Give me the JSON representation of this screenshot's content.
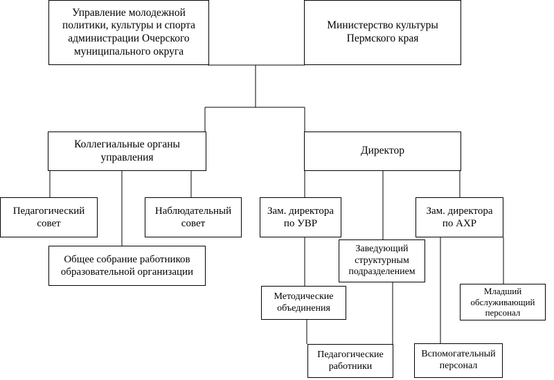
{
  "diagram": {
    "nodes": {
      "youth_dept": "Управление молодежной\nполитики, культуры и спорта\nадминистрации Очерского\nмуниципального округа",
      "ministry": "Министерство культуры\nПермского края",
      "collegial": "Коллегиальные органы\nуправления",
      "director": "Директор",
      "ped_council": "Педагогический\nсовет",
      "supervisory": "Наблюдательный\nсовет",
      "general_meeting": "Общее собрание работников\nобразовательной организации",
      "deputy_uvr": "Зам. директора\nпо УВР",
      "structural_head": "Заведующий\nструктурным\nподразделением",
      "deputy_ahr": "Зам. директора\nпо АХР",
      "method_assoc": "Методические\nобъединения",
      "teachers": "Педагогические\nработники",
      "junior_staff": "Младший\nобслуживающий\nперсонал",
      "aux_staff": "Вспомогательный\nперсонал"
    },
    "colors": {
      "line": "#000000",
      "box_border": "#000000",
      "background": "#ffffff"
    }
  }
}
